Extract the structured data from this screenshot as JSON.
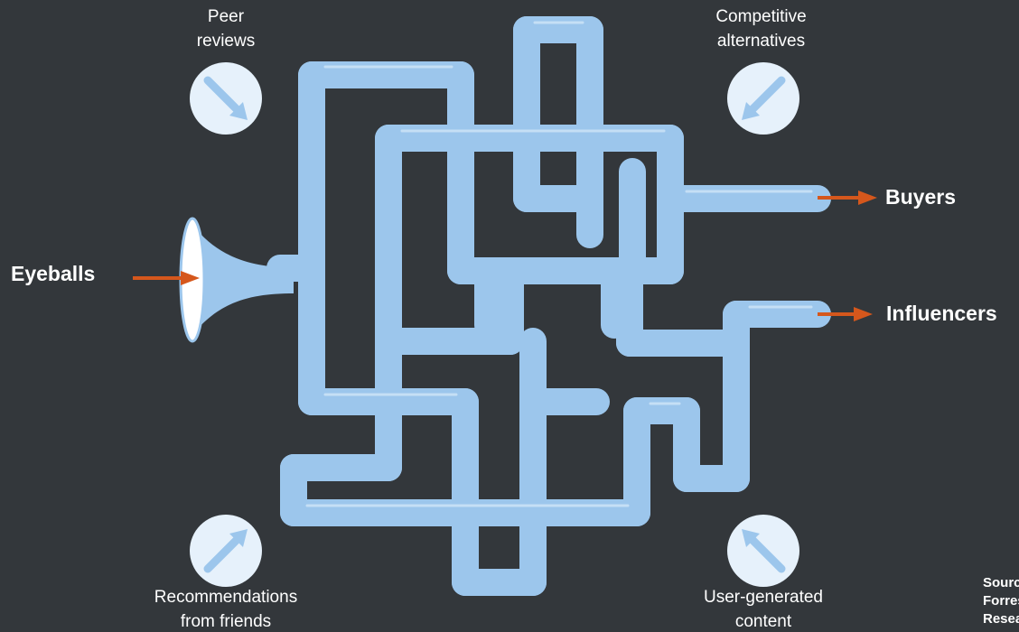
{
  "diagram": {
    "colors": {
      "background": "#33373b",
      "pipe": "#9cc6ec",
      "pipe_highlight": "#cfe5f8",
      "arrow": "#d5571c",
      "text": "#ffffff"
    },
    "input_label": "Eyeballs",
    "outputs": [
      {
        "label": "Buyers"
      },
      {
        "label": "Influencers"
      }
    ],
    "influences": [
      {
        "line1": "Peer",
        "line2": "reviews",
        "icon": "arrow-down-right-icon"
      },
      {
        "line1": "Competitive",
        "line2": "alternatives",
        "icon": "arrow-down-left-icon"
      },
      {
        "line1": "Recommendations",
        "line2": "from friends",
        "icon": "arrow-up-right-icon"
      },
      {
        "line1": "User-generated",
        "line2": "content",
        "icon": "arrow-up-left-icon"
      }
    ],
    "source": {
      "line1": "Source:",
      "line2": "Forrester",
      "line3": "Research"
    }
  }
}
